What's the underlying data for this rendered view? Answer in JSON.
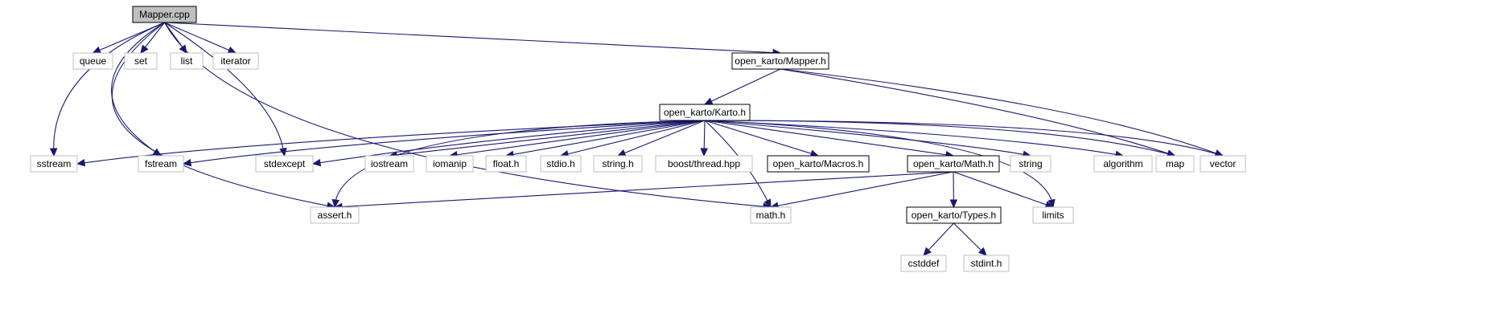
{
  "colors": {
    "edge": "#191970",
    "internal_border": "#000000",
    "external_border": "#bfbfbf",
    "root_fill": "#bfbfbf"
  },
  "nodes": {
    "mapper_cpp": "Mapper.cpp",
    "queue": "queue",
    "set": "set",
    "list": "list",
    "iterator": "iterator",
    "mapper_h": "open_karto/Mapper.h",
    "karto_h": "open_karto/Karto.h",
    "sstream": "sstream",
    "fstream": "fstream",
    "stdexcept": "stdexcept",
    "iostream": "iostream",
    "iomanip": "iomanip",
    "float_h": "float.h",
    "stdio_h": "stdio.h",
    "string_h": "string.h",
    "boost_thread": "boost/thread.hpp",
    "macros_h": "open_karto/Macros.h",
    "math_karto": "open_karto/Math.h",
    "string": "string",
    "algorithm": "algorithm",
    "map": "map",
    "vector": "vector",
    "assert_h": "assert.h",
    "math_h": "math.h",
    "limits": "limits",
    "types_h": "open_karto/Types.h",
    "cstddef": "cstddef",
    "stdint_h": "stdint.h"
  },
  "edges": [
    [
      "mapper_cpp",
      "queue"
    ],
    [
      "mapper_cpp",
      "set"
    ],
    [
      "mapper_cpp",
      "list"
    ],
    [
      "mapper_cpp",
      "iterator"
    ],
    [
      "mapper_cpp",
      "mapper_h"
    ],
    [
      "mapper_cpp",
      "sstream"
    ],
    [
      "mapper_cpp",
      "fstream"
    ],
    [
      "mapper_cpp",
      "stdexcept"
    ],
    [
      "mapper_cpp",
      "assert_h"
    ],
    [
      "mapper_cpp",
      "math_h"
    ],
    [
      "mapper_h",
      "karto_h"
    ],
    [
      "mapper_h",
      "map"
    ],
    [
      "mapper_h",
      "vector"
    ],
    [
      "karto_h",
      "sstream"
    ],
    [
      "karto_h",
      "fstream"
    ],
    [
      "karto_h",
      "stdexcept"
    ],
    [
      "karto_h",
      "iostream"
    ],
    [
      "karto_h",
      "iomanip"
    ],
    [
      "karto_h",
      "float_h"
    ],
    [
      "karto_h",
      "stdio_h"
    ],
    [
      "karto_h",
      "string_h"
    ],
    [
      "karto_h",
      "boost_thread"
    ],
    [
      "karto_h",
      "macros_h"
    ],
    [
      "karto_h",
      "math_karto"
    ],
    [
      "karto_h",
      "string"
    ],
    [
      "karto_h",
      "algorithm"
    ],
    [
      "karto_h",
      "map"
    ],
    [
      "karto_h",
      "vector"
    ],
    [
      "karto_h",
      "assert_h"
    ],
    [
      "karto_h",
      "math_h"
    ],
    [
      "karto_h",
      "limits"
    ],
    [
      "math_karto",
      "assert_h"
    ],
    [
      "math_karto",
      "math_h"
    ],
    [
      "math_karto",
      "limits"
    ],
    [
      "math_karto",
      "types_h"
    ],
    [
      "types_h",
      "cstddef"
    ],
    [
      "types_h",
      "stdint_h"
    ]
  ]
}
